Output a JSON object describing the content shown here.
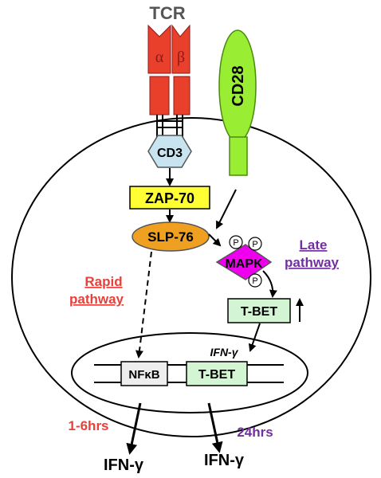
{
  "receptors": {
    "tcr_label": "TCR",
    "alpha_chain": "α",
    "beta_chain": "β",
    "cd28_label": "CD28",
    "cd3_label": "CD3"
  },
  "signaling": {
    "zap70": "ZAP-70",
    "slp76": "SLP-76",
    "mapk": "MAPK",
    "phospho": "P",
    "tbet": "T-BET",
    "up_arrow": "↑"
  },
  "pathways": {
    "rapid_line1": "Rapid",
    "rapid_line2": "pathway",
    "late_line1": "Late",
    "late_line2": "pathway"
  },
  "nucleus": {
    "ifng_gene": "IFN-γ",
    "nfkb": "NFκB",
    "tbet": "T-BET"
  },
  "outputs": {
    "rapid_time": "1-6hrs",
    "late_time": "24hrs",
    "ifng_left": "IFN-γ",
    "ifng_right": "IFN-γ"
  },
  "colors": {
    "receptor_red": "#e8402a",
    "receptor_dark": "#c0202a",
    "cd28_green": "#99ee33",
    "cd3_blue": "#c8e4f0",
    "zap_yellow": "#ffff33",
    "slp_orange": "#f0a020",
    "mapk_magenta": "#ee00ee",
    "tbet_green": "#d4f5d4",
    "nfkb_gray": "#eeeeee",
    "rapid_red": "#e8403a",
    "late_purple": "#7030a0"
  }
}
